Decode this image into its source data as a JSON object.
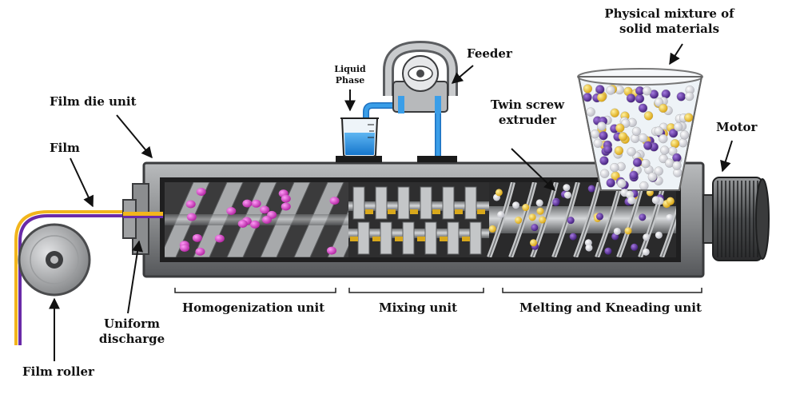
{
  "labels": {
    "physical_mixture_line1": "Physical mixture of",
    "physical_mixture_line2": "solid materials",
    "feeder": "Feeder",
    "liquid_phase_line1": "Liquid",
    "liquid_phase_line2": "Phase",
    "film_die_unit": "Film die unit",
    "twin_screw_line1": "Twin screw",
    "twin_screw_line2": "extruder",
    "motor": "Motor",
    "film": "Film",
    "uniform_discharge_line1": "Uniform",
    "uniform_discharge_line2": "discharge",
    "film_roller": "Film roller",
    "homogenization_unit": "Homogenization unit",
    "mixing_unit": "Mixing unit",
    "melting_kneading_unit": "Melting and Kneading unit"
  },
  "icons": {
    "hopper": "hopper-icon",
    "pump": "peristaltic-pump-icon",
    "beaker": "beaker-icon",
    "motor": "motor-icon",
    "roller": "film-roller-icon"
  },
  "colors": {
    "barrel": "#7d7f81",
    "liquid": "#2b8fe0",
    "tube": "#3a9ee8",
    "magenta_particle": "#d43fcf",
    "yellow_particle": "#f0c31c",
    "purple_particle": "#5a2a9a",
    "white_particle": "#e8e8ee",
    "film_purple": "#6a2aa8",
    "film_yellow": "#f2b51c"
  }
}
